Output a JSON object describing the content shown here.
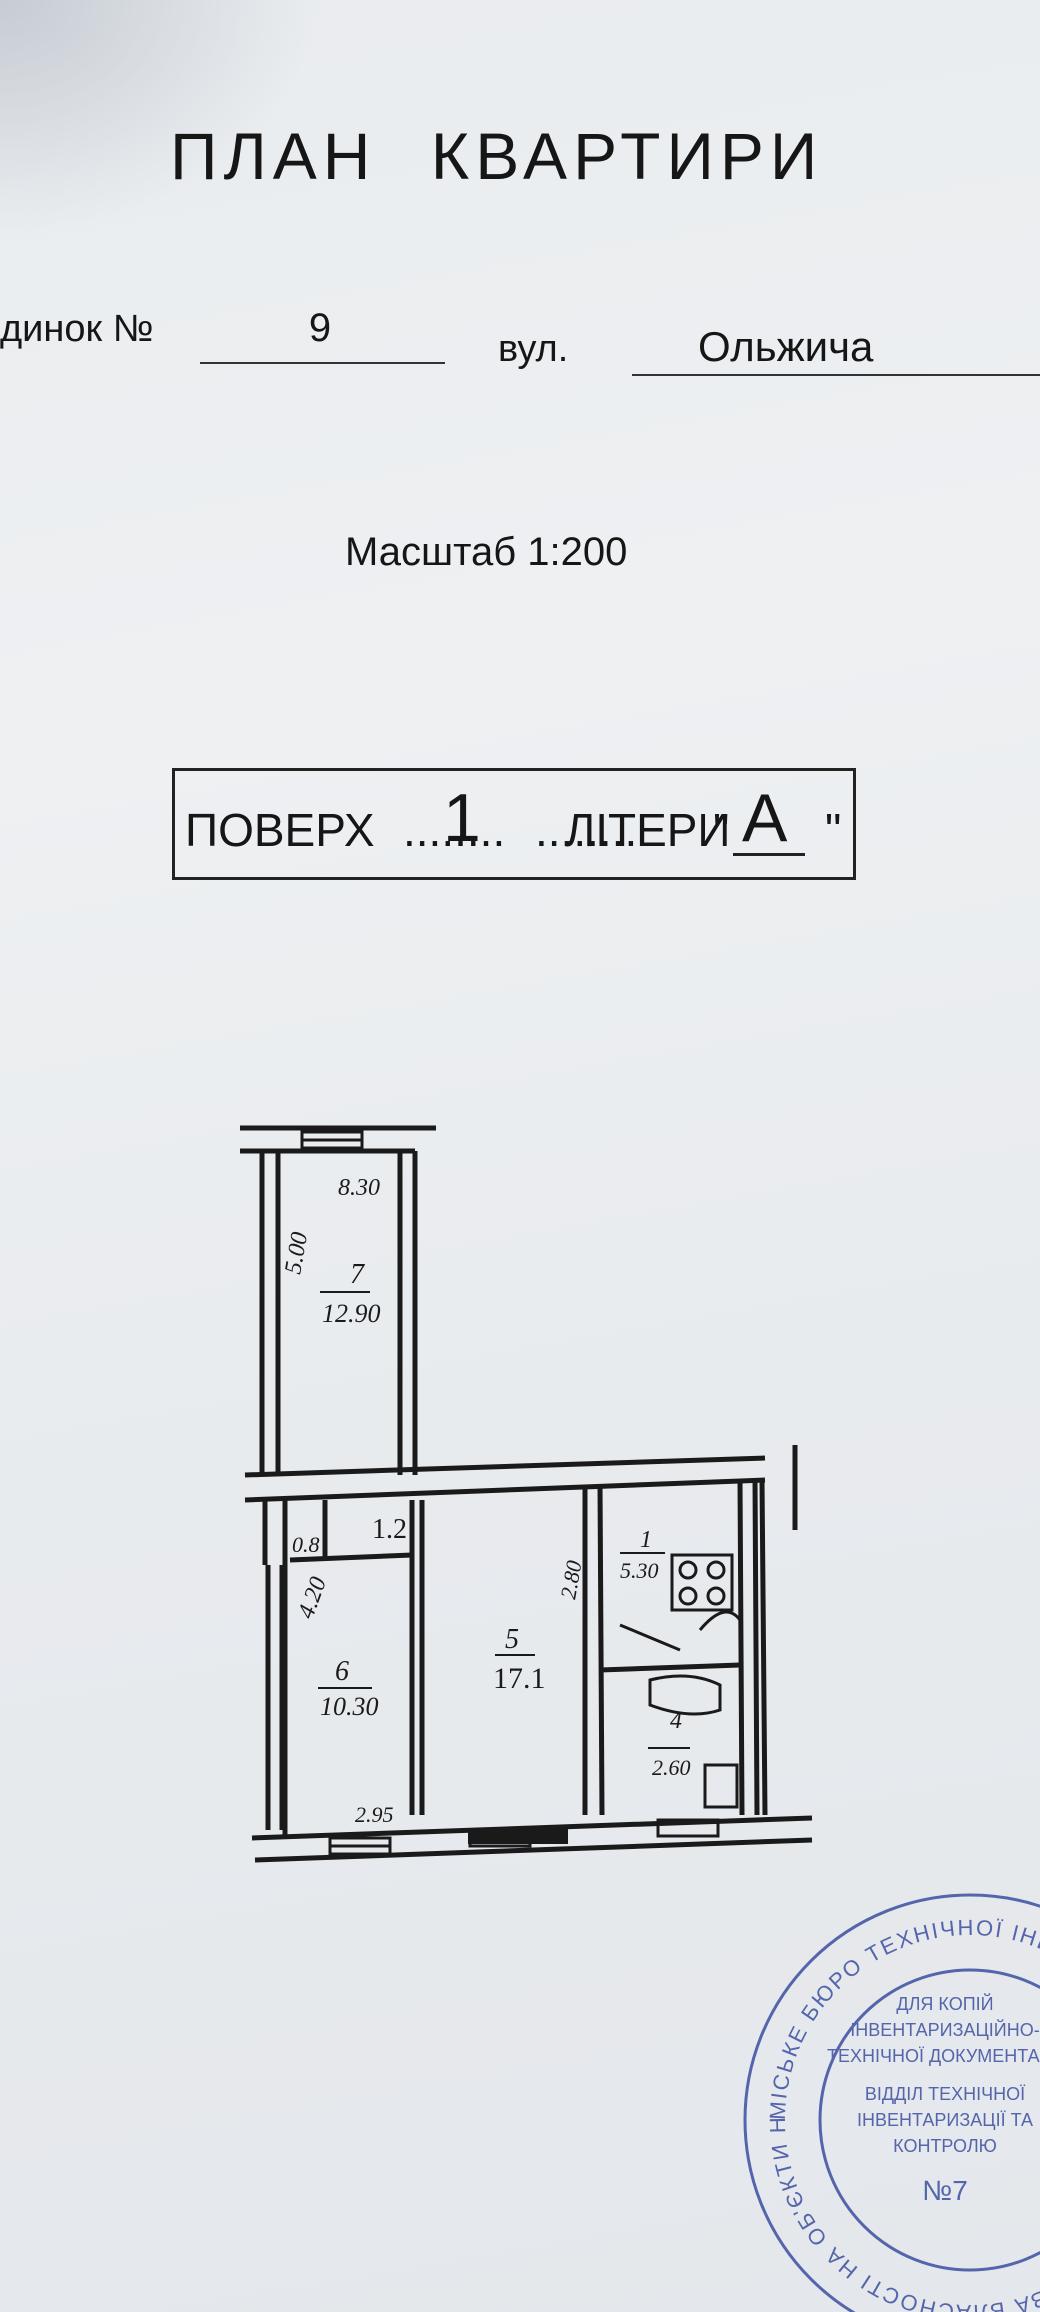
{
  "header": {
    "title": "ПЛАН   КВАРТИРИ",
    "building_label": "динок №",
    "building_number": "9",
    "street_label": "вул.",
    "street_name": "Ольжича",
    "scale": "Масштаб   1:200"
  },
  "floor_box": {
    "floor_label": "ПОВЕРХ",
    "dots1": "........",
    "floor_number": "1",
    "letter_label": "ЛІТЕРИ",
    "open_quote": "\"",
    "letter": "А",
    "close_quote": "\""
  },
  "plan": {
    "rooms": [
      {
        "num": "7",
        "area": "12.90"
      },
      {
        "num": "6",
        "area": "10.30"
      },
      {
        "num": "5",
        "area": "17.1"
      },
      {
        "num": "1",
        "area": "5.30"
      }
    ],
    "dims": {
      "top_width": "8.30",
      "room7_side": "5.00",
      "closet": "1.2",
      "small_room": "0.8",
      "bottom": "2.95",
      "room6_side": "4.20",
      "room1_side": "2.80",
      "kitchen_label": "4",
      "bath_area": "2.60"
    }
  },
  "stamp": {
    "outer_text": "МІСЬКЕ БЮРО ТЕХНІЧНОЇ ІНВЕНТАРИЗАЦІЇ ТА РЕЄСТРАЦІЇ ПРАВА ВЛАСНОСТІ НА ОБ'ЄКТИ НЕРУХОМОГО МАЙНА",
    "line1": "ДЛЯ КОПІЙ",
    "line2": "ІНВЕНТАРИЗАЦІЙНО-",
    "line3": "ТЕХНІЧНОЇ ДОКУМЕНТАЦІЇ",
    "line4": "ВІДДІЛ ТЕХНІЧНОЇ",
    "line5": "ІНВЕНТАРИЗАЦІЇ ТА",
    "line6": "КОНТРОЛЮ",
    "line7": "№7"
  }
}
